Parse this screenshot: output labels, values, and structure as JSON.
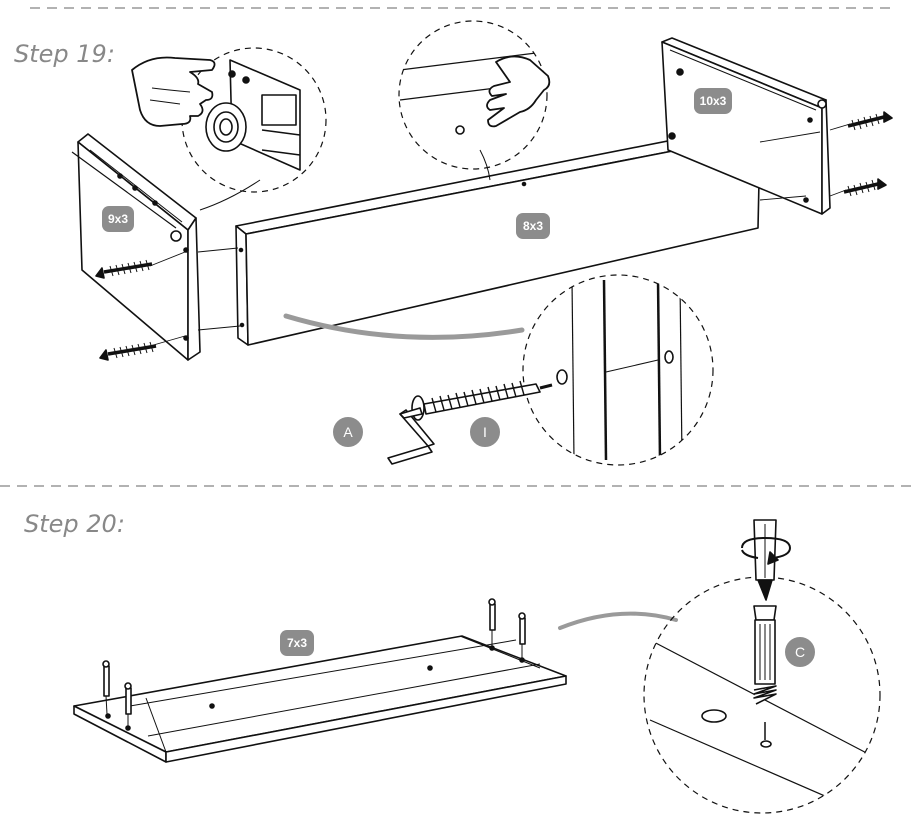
{
  "steps": [
    {
      "title": "Step 19:",
      "parts": {
        "side_left": "9x3",
        "front_panel": "8x3",
        "side_right": "10x3"
      },
      "tools": {
        "hex_key": "A",
        "cam_bolt": "I"
      }
    },
    {
      "title": "Step 20:",
      "parts": {
        "base_panel": "7x3"
      },
      "tools": {
        "cam_dowel": "C"
      }
    }
  ],
  "colors": {
    "line": "#111111",
    "badge": "#8c8c8c",
    "divider": "#999999",
    "title": "#888888"
  },
  "icons": [
    "pointing-hand-icon",
    "rotate-arrow-icon",
    "screwdriver-icon"
  ]
}
